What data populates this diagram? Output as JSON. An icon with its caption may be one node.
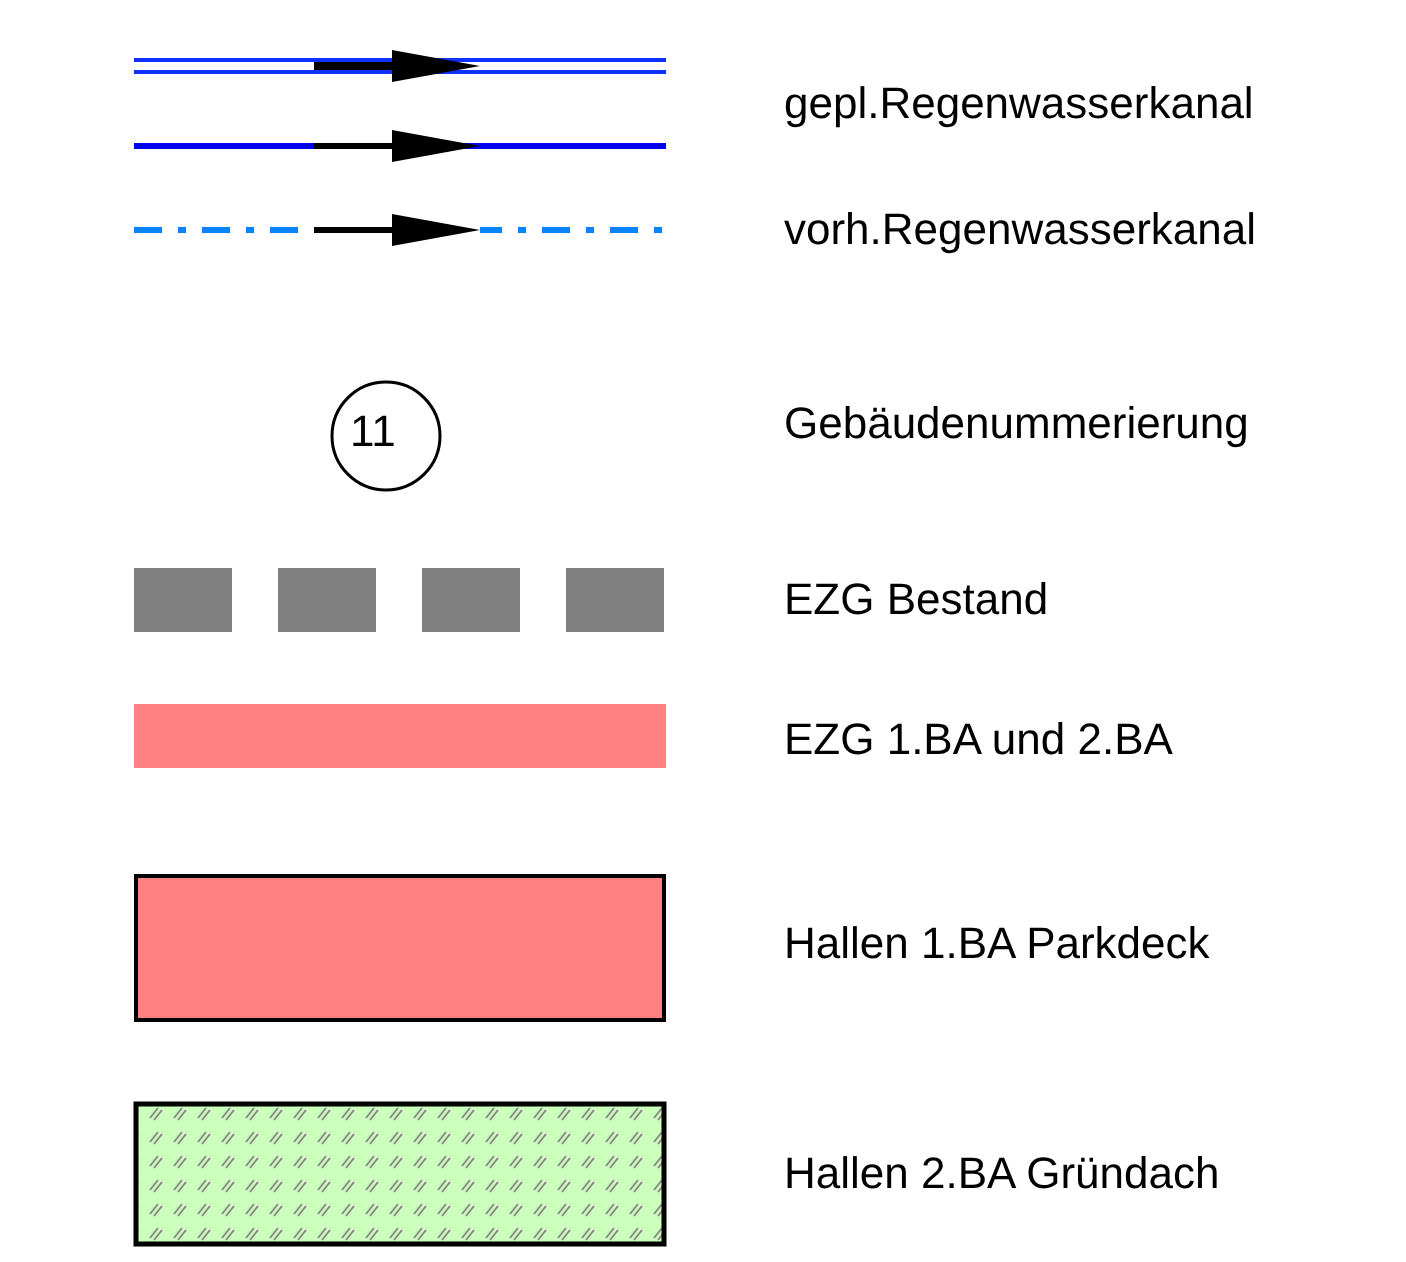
{
  "diagram": {
    "labels": [
      "11"
    ],
    "legend": [
      {
        "text": "gepl.Regenwasserkanal"
      },
      {
        "text": "vorh.Regenwasserkanal"
      },
      {
        "text": "Gebäudenummerierung"
      },
      {
        "text": "EZG Bestand"
      },
      {
        "text": "EZG 1.BA und 2.BA",
        "color": "#ff8080"
      },
      {
        "text": "Hallen 1.BA Parkdeck",
        "color": "#ff8080"
      },
      {
        "text": "Hallen 2.BA Gründach"
      }
    ]
  }
}
